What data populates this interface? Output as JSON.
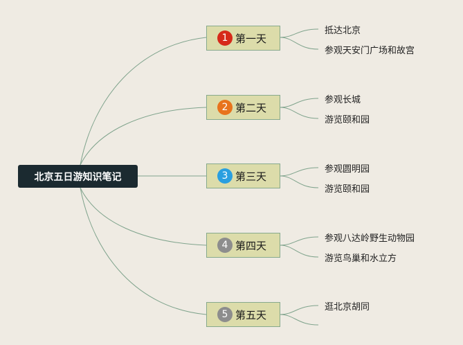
{
  "root": {
    "label": "北京五日游知识笔记"
  },
  "days": [
    {
      "num": "1",
      "label": "第一天",
      "badge_color": "#d62a1a",
      "items": [
        "抵达北京",
        "参观天安门广场和故宫"
      ]
    },
    {
      "num": "2",
      "label": "第二天",
      "badge_color": "#e8731c",
      "items": [
        "参观长城",
        "游览颐和园"
      ]
    },
    {
      "num": "3",
      "label": "第三天",
      "badge_color": "#2a9fe0",
      "items": [
        "参观圆明园",
        "游览颐和园"
      ]
    },
    {
      "num": "4",
      "label": "第四天",
      "badge_color": "#8d8d8d",
      "items": [
        "参观八达岭野生动物园",
        "游览鸟巢和水立方"
      ]
    },
    {
      "num": "5",
      "label": "第五天",
      "badge_color": "#8d8d8d",
      "items": [
        "逛北京胡同"
      ]
    }
  ],
  "colors": {
    "line": "#7fa38c",
    "node_fill": "#dcdcaa",
    "root_fill": "#1b2a30"
  }
}
